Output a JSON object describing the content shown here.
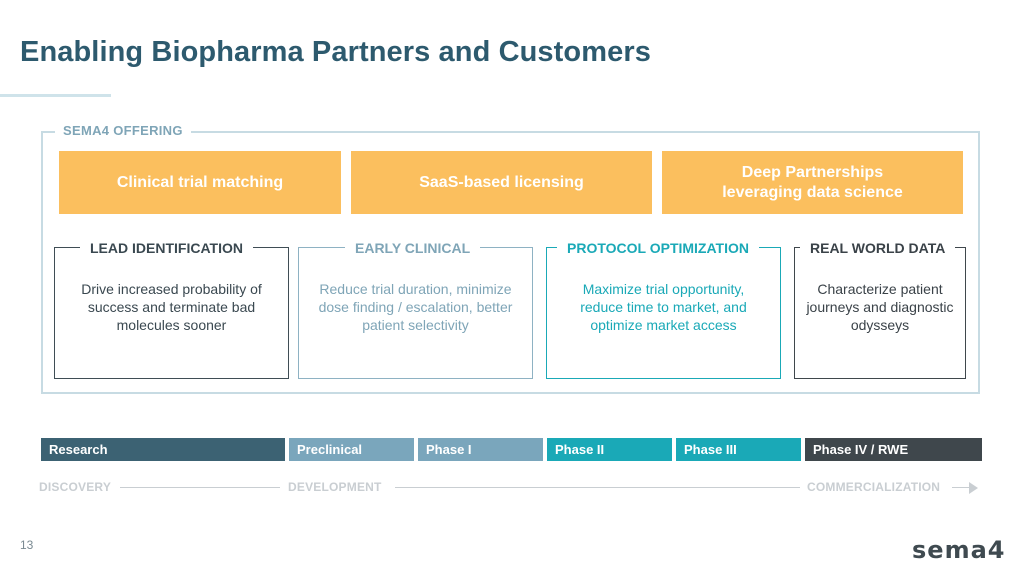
{
  "title": "Enabling Biopharma Partners and Customers",
  "offering": {
    "label": "SEMA4 OFFERING",
    "tiles": [
      "Clinical trial matching",
      "SaaS-based licensing",
      "Deep Partnerships\nleveraging data science"
    ]
  },
  "cards": [
    {
      "heading": "LEAD IDENTIFICATION",
      "body": "Drive increased probability of success and terminate bad molecules sooner"
    },
    {
      "heading": "EARLY CLINICAL",
      "body": "Reduce trial duration, minimize dose finding / escalation, better patient selectivity"
    },
    {
      "heading": "PROTOCOL OPTIMIZATION",
      "body": "Maximize trial opportunity, reduce time to market, and optimize market access"
    },
    {
      "heading": "REAL WORLD DATA",
      "body": "Characterize patient journeys and diagnostic odysseys"
    }
  ],
  "phases": [
    "Research",
    "Preclinical",
    "Phase I",
    "Phase II",
    "Phase III",
    "Phase IV / RWE"
  ],
  "stages": [
    "DISCOVERY",
    "DEVELOPMENT",
    "COMMERCIALIZATION"
  ],
  "page_number": "13",
  "logo": "sema4",
  "colors": {
    "accent_orange": "#fbbf5e",
    "title_teal": "#2d5a6e",
    "research": "#3c6273",
    "preclinical": "#7aa6bc",
    "phase1": "#7aa6bc",
    "phase2": "#1aa9b7",
    "phase3": "#1aa9b7",
    "phase4": "#3f474c"
  }
}
